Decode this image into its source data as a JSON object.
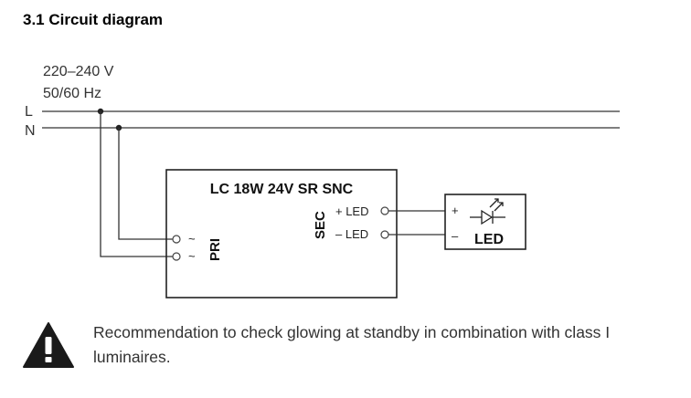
{
  "section_title": "3.1 Circuit diagram",
  "supply": {
    "voltage": "220–240 V",
    "frequency": "50/60 Hz",
    "line_label": "L",
    "neutral_label": "N"
  },
  "driver": {
    "name": "LC 18W 24V SR SNC",
    "primary_label": "PRI",
    "secondary_label": "SEC",
    "ac_symbol": "~",
    "pos_terminal": "+ LED",
    "neg_terminal": "– LED"
  },
  "led_module": {
    "label": "LED",
    "plus": "+",
    "minus": "–"
  },
  "notice": {
    "icon": "warning-triangle-icon",
    "text": "Recommendation to check glowing at standby in combination with class I luminaires."
  }
}
